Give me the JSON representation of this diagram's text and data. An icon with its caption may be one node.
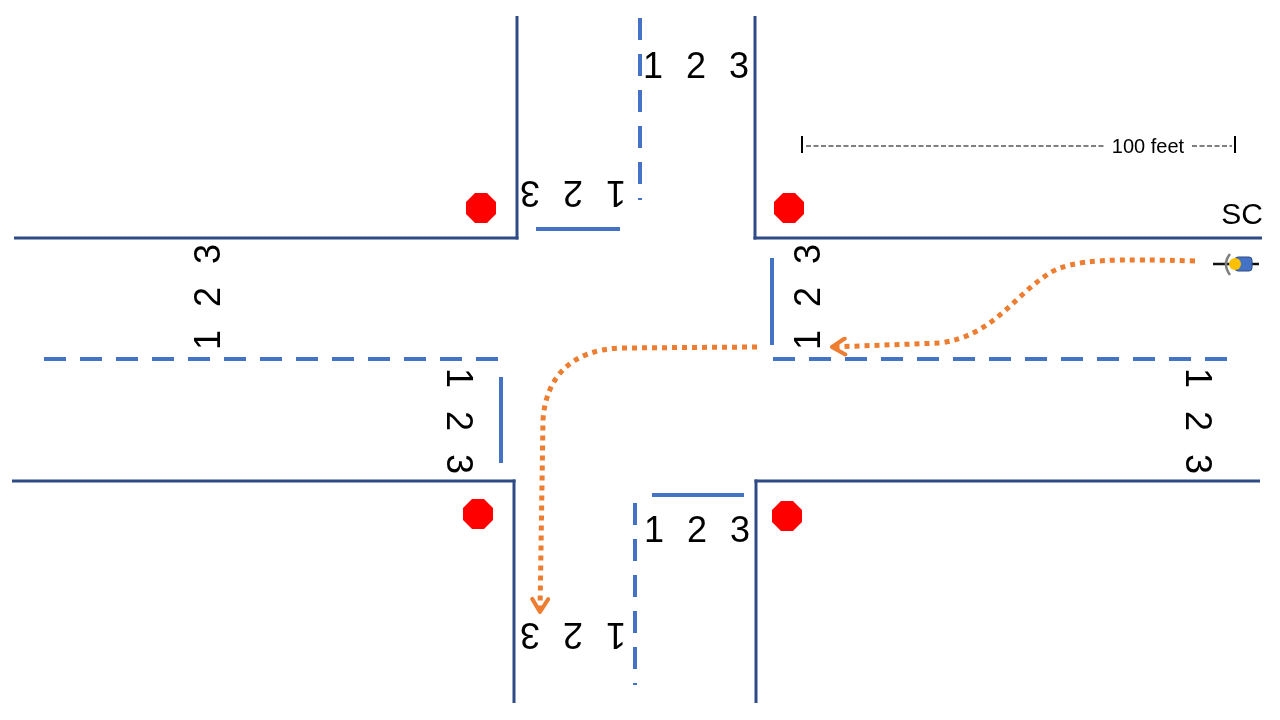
{
  "diagram": {
    "labels": [
      "1 2 3",
      "100 feet",
      "1 2 3",
      "SC",
      "1 2 3",
      "1 2 3",
      "1 2 3",
      "1 2 3",
      "1 2 3",
      "1 2 3"
    ]
  }
}
